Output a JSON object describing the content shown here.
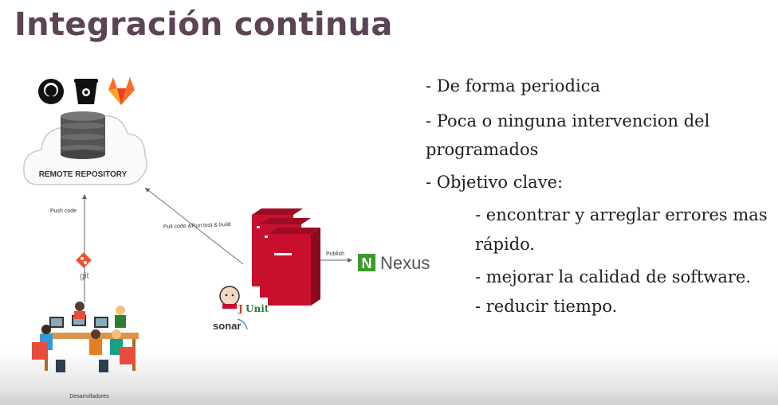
{
  "slide": {
    "title": "Integración continua",
    "bullets": [
      "- De forma periodica",
      "- Poca o ninguna intervencion del",
      "programados",
      "- Objetivo clave:",
      "- encontrar y arreglar errores mas",
      "rápido.",
      "- mejorar la calidad de software.",
      "- reducir tiempo."
    ]
  },
  "diagram": {
    "repository_label": "REMOTE REPOSITORY",
    "push_label": "Push code",
    "pull_label": "Pull code &Run test & build",
    "publish_label": "Publish",
    "git_label": "git",
    "nexus_label": "Nexus",
    "nexus_mark": "N",
    "junit_label_j": "J",
    "junit_label_rest": "Unit",
    "sonar_label": "sonar",
    "developers_label": "Desarrolladores"
  },
  "colors": {
    "title": "#5c4456",
    "server_red": "#c8102e",
    "nexus_green": "#3c9a2c",
    "gitlab_orange": "#fc6d26",
    "git_orange": "#f05032",
    "junit_red": "#d23a2a"
  }
}
